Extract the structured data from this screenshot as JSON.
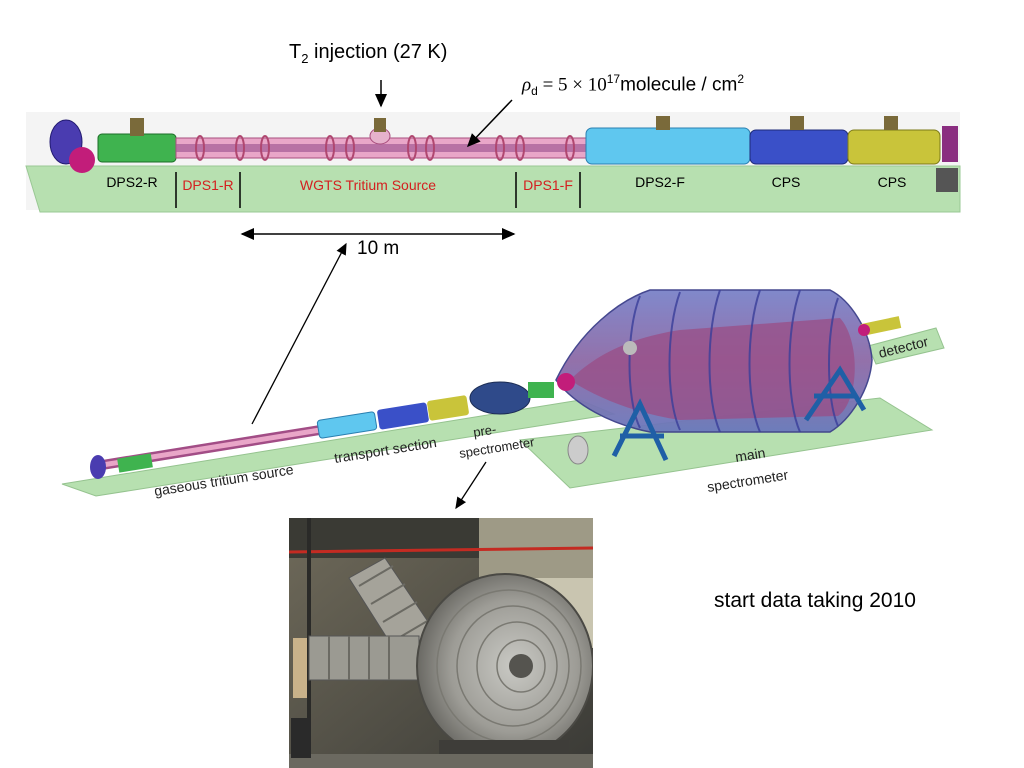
{
  "header": {
    "injection_prefix": "T",
    "injection_sub": "2",
    "injection_suffix": " injection (27 K)",
    "density_symbol": "ρ",
    "density_sub": "d",
    "density_eq": " = 5 × 10",
    "density_exp": "17",
    "density_unit": "molecule / cm",
    "density_unit_exp": "2"
  },
  "beamline": {
    "sections": [
      {
        "label": "DPS2-R",
        "color": "#000000"
      },
      {
        "label": "DPS1-R",
        "color": "#d42020"
      },
      {
        "label": "WGTS Tritium Source",
        "color": "#d42020"
      },
      {
        "label": "DPS1-F",
        "color": "#d42020"
      },
      {
        "label": "DPS2-F",
        "color": "#000000"
      },
      {
        "label": "CPS",
        "color": "#000000"
      },
      {
        "label": "CPS",
        "color": "#000000"
      }
    ],
    "scale_label": "10 m"
  },
  "overview": {
    "labels": {
      "source": "gaseous tritium source",
      "transport": "transport section",
      "pre": "pre-",
      "pre2": "spectrometer",
      "main": "main",
      "main2": "spectrometer",
      "detector": "detector"
    }
  },
  "footer": {
    "start_text": "start data taking 2010"
  },
  "colors": {
    "platform": "#b7e0b0",
    "wgts_tube": "#e9a6c8",
    "dps2_green": "#3fb34f",
    "blue_section": "#5fc7ef",
    "cps_blue": "#3a50c8",
    "cps_yellow": "#c9c43a",
    "tank": "#8a7ec6"
  }
}
